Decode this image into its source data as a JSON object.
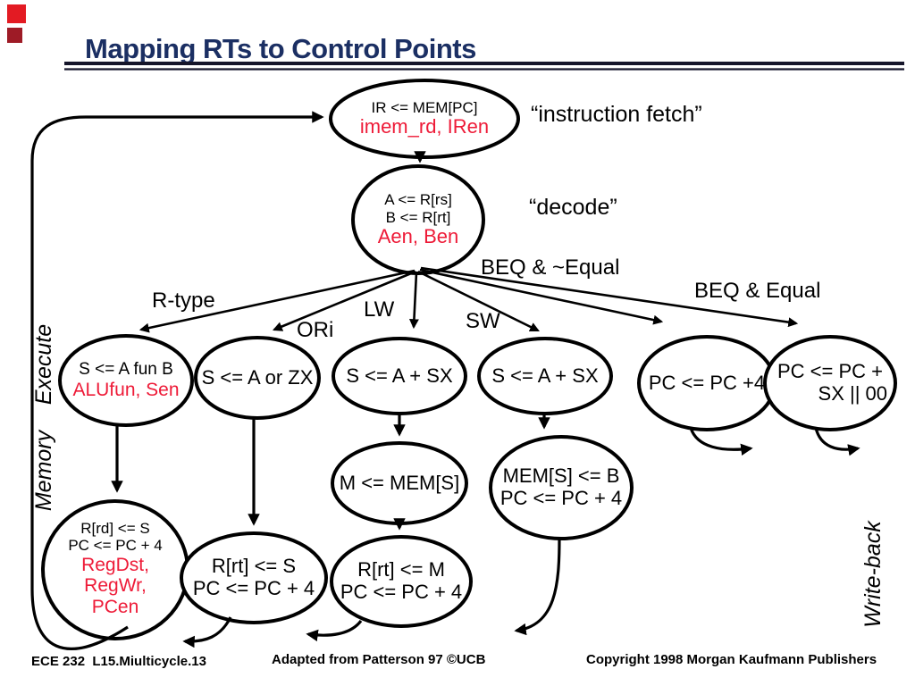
{
  "slide": {
    "title": "Mapping RTs to Control Points",
    "footer_left": "ECE 232  L15.Miulticycle.13",
    "footer_center": "Adapted from Patterson 97 ©UCB",
    "footer_right": "Copyright 1998 Morgan Kaufmann Publishers"
  },
  "colors": {
    "title_navy": "#1b2f63",
    "control_red": "#ee1b38",
    "ink": "#000000",
    "bullet_red_top": "#e31b23",
    "bullet_red_bottom": "#9e1b26"
  },
  "annotations": {
    "fetch": "“instruction fetch”",
    "decode": "“decode”"
  },
  "stage_labels": {
    "execute": "Execute",
    "memory": "Memory",
    "writeback": "Write-back"
  },
  "edge_labels": {
    "rtype": "R-type",
    "ori": "ORi",
    "lw": "LW",
    "sw": "SW",
    "beq_neq": "BEQ & ~Equal",
    "beq_eq": "BEQ & Equal"
  },
  "nodes": {
    "fetch": {
      "rt": [
        "IR <= MEM[PC]"
      ],
      "ctrl": [
        "imem_rd, IRen"
      ]
    },
    "decode": {
      "rt": [
        "A <= R[rs]",
        "B <= R[rt]"
      ],
      "ctrl": [
        "Aen, Ben"
      ]
    },
    "ex_rtype": {
      "rt": [
        "S <= A fun B"
      ],
      "ctrl": [
        "ALUfun, Sen"
      ]
    },
    "ex_ori": {
      "rt": [
        "S <= A or ZX"
      ]
    },
    "ex_lw": {
      "rt": [
        "S <= A + SX"
      ]
    },
    "ex_sw": {
      "rt": [
        "S <= A + SX"
      ]
    },
    "ex_beq_neq": {
      "rt": [
        "PC <= PC +4"
      ]
    },
    "ex_beq_eq": {
      "rt": [
        "PC <= PC +",
        "SX || 00"
      ]
    },
    "mem_lw": {
      "rt": [
        "M <= MEM[S]"
      ]
    },
    "mem_sw": {
      "rt": [
        "MEM[S] <= B",
        "PC <= PC + 4"
      ]
    },
    "wb_rtype": {
      "rt": [
        "R[rd] <= S",
        "PC <= PC + 4"
      ],
      "ctrl": [
        "RegDst,",
        "RegWr,",
        "PCen"
      ]
    },
    "wb_ori": {
      "rt": [
        "R[rt] <= S",
        "PC <= PC + 4"
      ]
    },
    "wb_lw": {
      "rt": [
        "R[rt] <= M",
        "PC <= PC + 4"
      ]
    }
  }
}
